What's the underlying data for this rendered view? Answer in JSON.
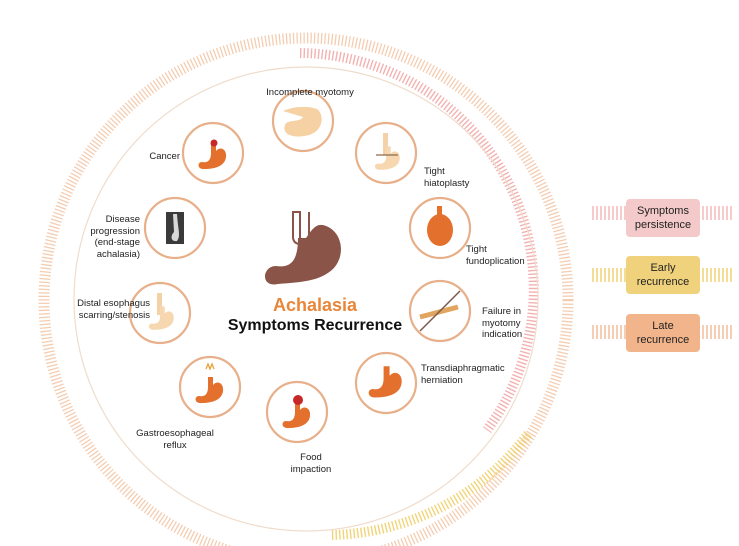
{
  "title": {
    "line1": "Achalasia",
    "line2": "Symptoms Recurrence"
  },
  "causes": [
    {
      "label": "Incomplete myotomy",
      "icon": "stomach-myotomy-icon"
    },
    {
      "label": "Tight\nhiatoplasty",
      "icon": "esophagus-stomach-icon"
    },
    {
      "label": "Tight\nfundoplication",
      "icon": "wrapped-stomach-icon"
    },
    {
      "label": "Failure in\nmyotomy\nindication",
      "icon": "crossed-esophagus-icon"
    },
    {
      "label": "Transdiaphragmatic\nherniation",
      "icon": "herniated-stomach-icon"
    },
    {
      "label": "Food\nimpaction",
      "icon": "food-bolus-stomach-icon"
    },
    {
      "label": "Gastroesophageal\nreflux",
      "icon": "reflux-stomach-icon"
    },
    {
      "label": "Distal esophagus\nscarring/stenosis",
      "icon": "stenosis-esophagus-icon"
    },
    {
      "label": "Disease\nprogression\n(end-stage\nachalasia)",
      "icon": "xray-icon"
    },
    {
      "label": "Cancer",
      "icon": "tumor-stomach-icon"
    }
  ],
  "legend": [
    {
      "label": "Symptoms\npersistence",
      "color": "#f4c9c9",
      "stripe": "#f2a9a9"
    },
    {
      "label": "Early\nrecurrence",
      "color": "#f1d27c",
      "stripe": "#f0cf6a"
    },
    {
      "label": "Late\nrecurrence",
      "color": "#f2b48a",
      "stripe": "#f1b994"
    }
  ],
  "colors": {
    "ring": "#e8b08a",
    "organ": "#e3712d",
    "center_stomach": "#8a5548",
    "title_accent": "#e8873a"
  }
}
